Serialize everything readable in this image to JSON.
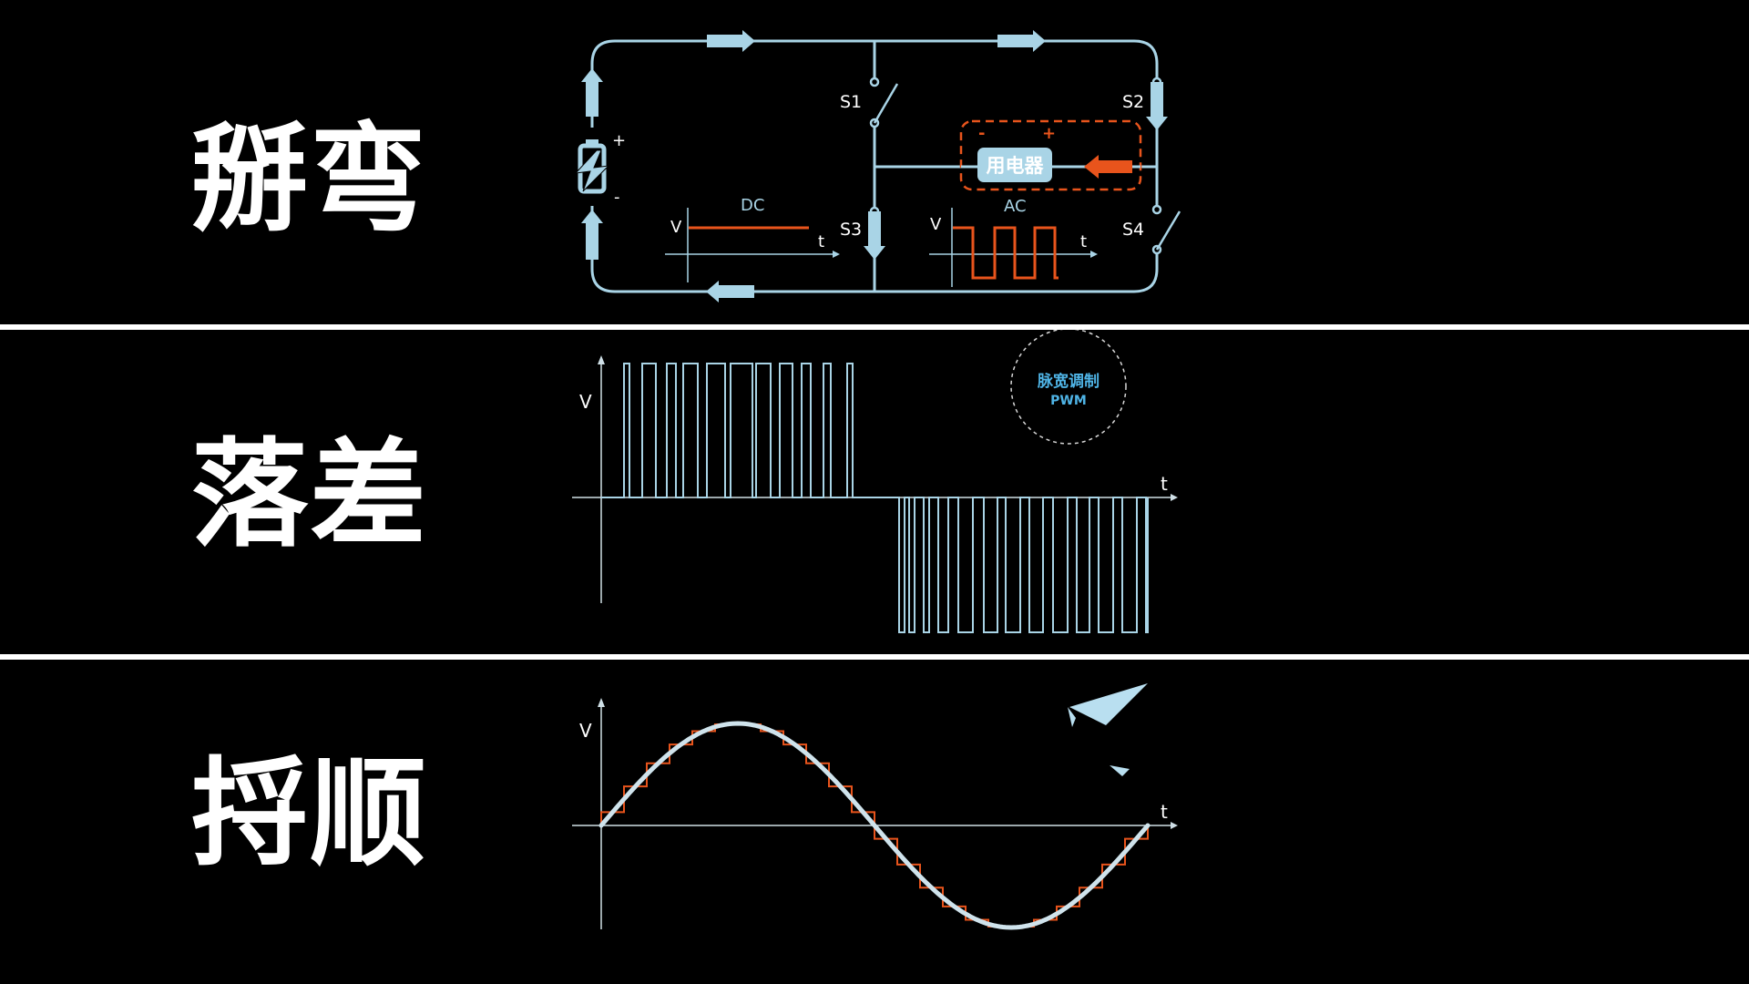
{
  "colors": {
    "background": "#000000",
    "divider": "#ffffff",
    "circuit_line": "#a9d4e6",
    "accent_orange": "#e8541c",
    "text_white": "#ffffff"
  },
  "rows": [
    {
      "word": "掰弯"
    },
    {
      "word": "落差"
    },
    {
      "word": "捋顺"
    }
  ],
  "circuit": {
    "switches": [
      "S1",
      "S2",
      "S3",
      "S4"
    ],
    "battery_plus": "+",
    "battery_minus": "-",
    "load_label": "用电器",
    "load_minus": "-",
    "load_plus": "+",
    "dc_graph": {
      "label": "DC",
      "y_axis": "V",
      "x_axis": "t"
    },
    "ac_graph": {
      "label": "AC",
      "y_axis": "V",
      "x_axis": "t"
    }
  },
  "pwm": {
    "y_axis": "V",
    "x_axis": "t",
    "badge_title": "脉宽调制",
    "badge_sub": "PWM"
  },
  "sine": {
    "y_axis": "V",
    "x_axis": "t"
  },
  "icons": [
    "battery-icon",
    "arrow-icon",
    "shard-icon"
  ]
}
